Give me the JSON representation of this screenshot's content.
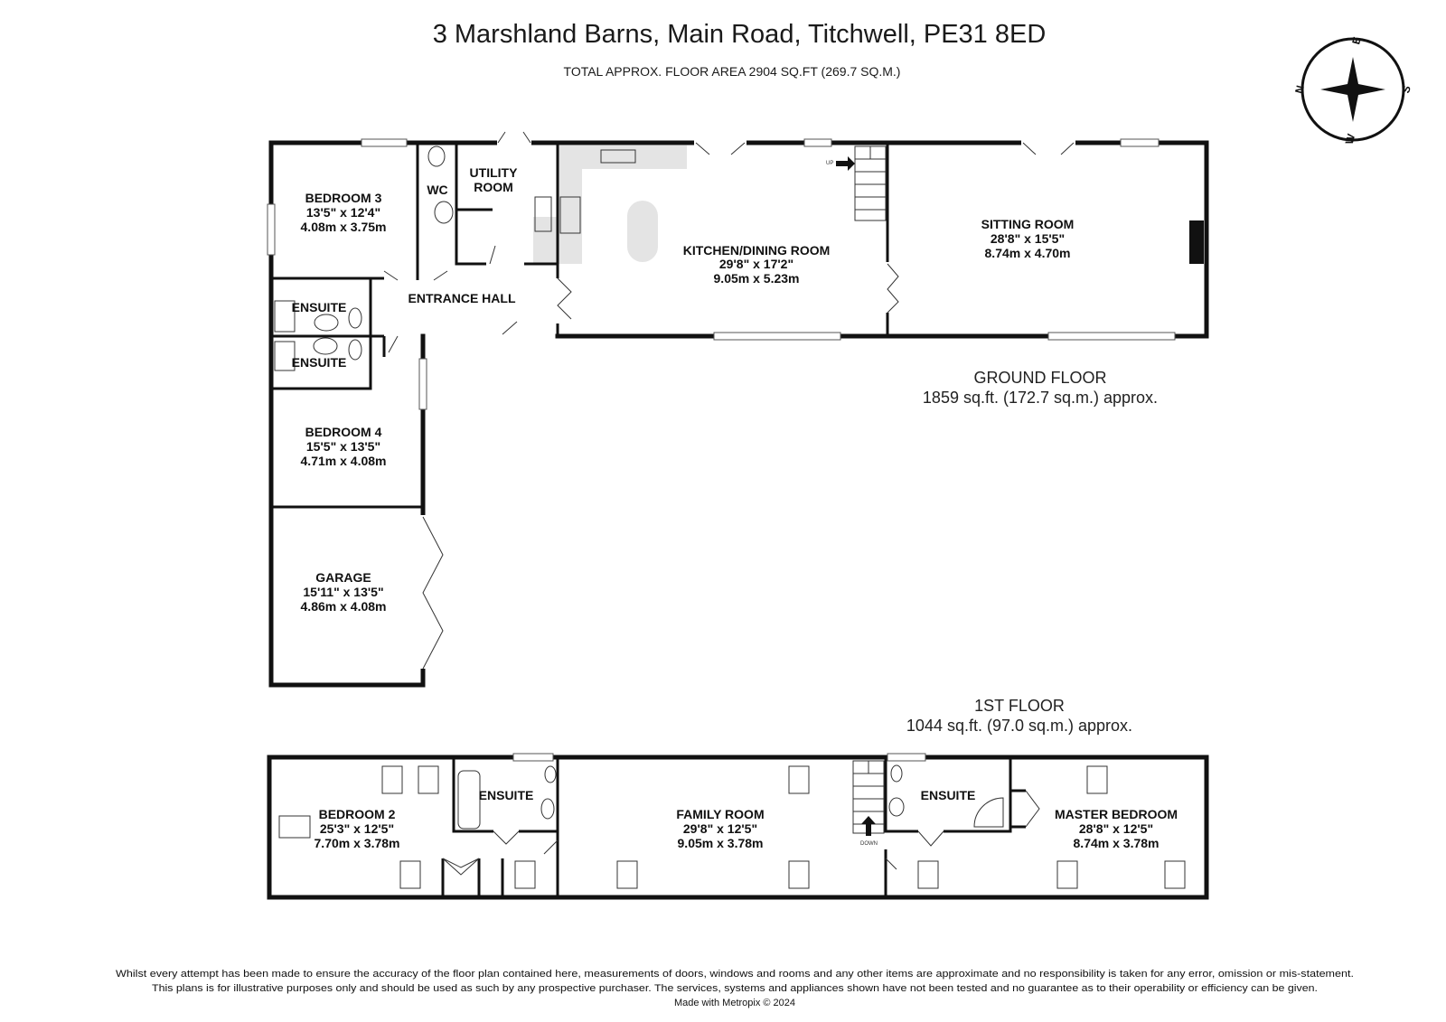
{
  "header": {
    "title": "3 Marshland Barns, Main Road, Titchwell, PE31 8ED",
    "subtitle": "TOTAL APPROX. FLOOR AREA 2904 SQ.FT (269.7 SQ.M.)"
  },
  "compass": {
    "n": "N",
    "e": "E",
    "s": "S",
    "w": "W"
  },
  "ground_floor": {
    "name": "GROUND FLOOR",
    "area": "1859 sq.ft. (172.7 sq.m.) approx.",
    "rooms": {
      "bedroom3": {
        "name": "BEDROOM 3",
        "imperial": "13'5\"  x 12'4\"",
        "metric": "4.08m  x 3.75m"
      },
      "wc": {
        "name": "WC"
      },
      "utility": {
        "name1": "UTILITY",
        "name2": "ROOM"
      },
      "kitchen": {
        "name": "KITCHEN/DINING ROOM",
        "imperial": "29'8\"  x 17'2\"",
        "metric": "9.05m  x 5.23m"
      },
      "sitting": {
        "name": "SITTING ROOM",
        "imperial": "28'8\"  x 15'5\"",
        "metric": "8.74m  x 4.70m"
      },
      "ensuite_a": {
        "name": "ENSUITE"
      },
      "ensuite_b": {
        "name": "ENSUITE"
      },
      "hall": {
        "name": "ENTRANCE HALL"
      },
      "bedroom4": {
        "name": "BEDROOM 4",
        "imperial": "15'5\"  x 13'5\"",
        "metric": "4.71m  x 4.08m"
      },
      "garage": {
        "name": "GARAGE",
        "imperial": "15'11\"  x 13'5\"",
        "metric": "4.86m  x 4.08m"
      }
    },
    "stair_label": "UP"
  },
  "first_floor": {
    "name": "1ST FLOOR",
    "area": "1044 sq.ft. (97.0 sq.m.) approx.",
    "rooms": {
      "bedroom2": {
        "name": "BEDROOM 2",
        "imperial": "25'3\"  x 12'5\"",
        "metric": "7.70m  x 3.78m"
      },
      "ensuite_c": {
        "name": "ENSUITE"
      },
      "family": {
        "name": "FAMILY ROOM",
        "imperial": "29'8\"  x 12'5\"",
        "metric": "9.05m  x 3.78m"
      },
      "ensuite_d": {
        "name": "ENSUITE"
      },
      "master": {
        "name": "MASTER BEDROOM",
        "imperial": "28'8\"  x 12'5\"",
        "metric": "8.74m  x 3.78m"
      }
    },
    "stair_label": "DOWN"
  },
  "footer": {
    "line1": "Whilst every attempt has been made to ensure the accuracy of the floor plan contained here, measurements of doors, windows and rooms and any other items are approximate and no responsibility is taken for any error, omission or mis-statement.",
    "line2": "This plans is for illustrative purposes only and should be used as such by any prospective purchaser. The services, systems and appliances shown have not been tested and no guarantee as to their operability or efficiency can be given.",
    "line3": "Made with Metropix © 2024"
  }
}
